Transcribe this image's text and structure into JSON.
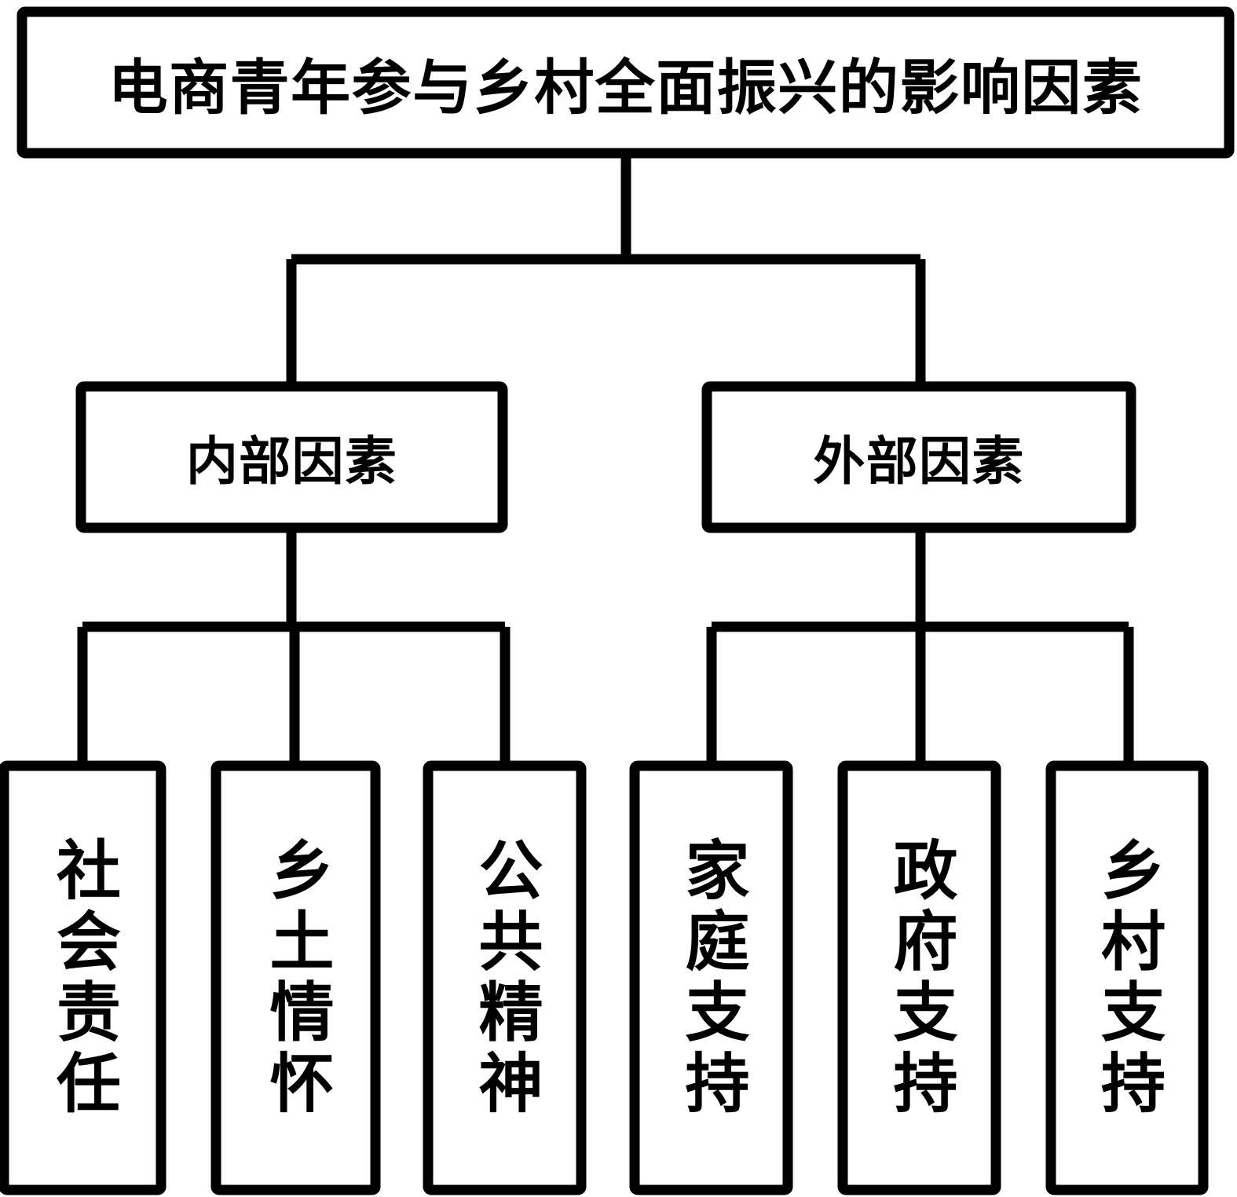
{
  "diagram": {
    "type": "hierarchy-tree",
    "orientation": "top-down",
    "levels": 3,
    "colors": {
      "stroke": "#000000",
      "fill": "#ffffff",
      "text": "#000000"
    },
    "root": {
      "label": "电商青年参与乡村全面振兴的影响因素",
      "orientation": "horizontal"
    },
    "branches": [
      {
        "label": "内部因素",
        "orientation": "horizontal",
        "children": [
          {
            "label": "社会责任",
            "orientation": "vertical"
          },
          {
            "label": "乡土情怀",
            "orientation": "vertical"
          },
          {
            "label": "公共精神",
            "orientation": "vertical"
          }
        ]
      },
      {
        "label": "外部因素",
        "orientation": "horizontal",
        "children": [
          {
            "label": "家庭支持",
            "orientation": "vertical"
          },
          {
            "label": "政府支持",
            "orientation": "vertical"
          },
          {
            "label": "乡村支持",
            "orientation": "vertical"
          }
        ]
      }
    ],
    "leaves_flat": [
      "社会责任",
      "乡土情怀",
      "公共精神",
      "家庭支持",
      "政府支持",
      "乡村支持"
    ]
  }
}
